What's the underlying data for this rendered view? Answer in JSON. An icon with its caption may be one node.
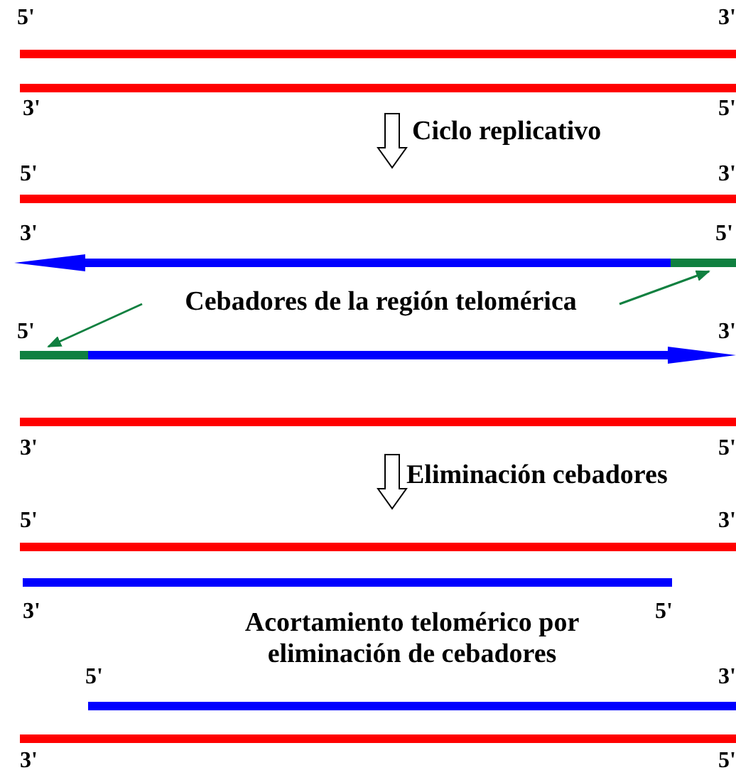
{
  "diagram": {
    "nodes": [
      {
        "text": [
          "Cebadores de la región telomérica"
        ]
      },
      {
        "text": [],
        "shape": "bar"
      },
      {
        "text": [],
        "shape": "bar"
      }
    ],
    "edges": [
      {
        "from": 0,
        "to": 1,
        "arrow": "to"
      },
      {
        "from": 0,
        "to": 2,
        "arrow": "to"
      }
    ],
    "labels": [
      "5'",
      "3'",
      "3'",
      "5'",
      "Ciclo replicativo",
      "5'",
      "3'",
      "3'",
      "5'",
      "5'",
      "3'",
      "3'",
      "5'",
      "Eliminación cebadores",
      "5'",
      "3'",
      "3'",
      "5'",
      "Acortamiento telomérico por eliminación de cebadores",
      "5'",
      "3'",
      "3'",
      "5'"
    ]
  }
}
